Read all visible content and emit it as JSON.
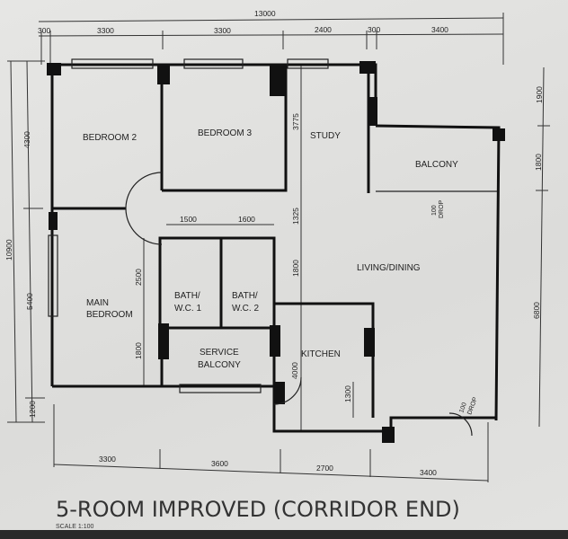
{
  "title": "5-ROOM IMPROVED (CORRIDOR END)",
  "scale": "SCALE  1:100",
  "rooms": {
    "bedroom2": "BEDROOM 2",
    "bedroom3": "BEDROOM 3",
    "study": "STUDY",
    "balcony": "BALCONY",
    "living": "LIVING/DINING",
    "main1": "MAIN",
    "main2": "BEDROOM",
    "bath1a": "BATH/",
    "bath1b": "W.C. 1",
    "bath2a": "BATH/",
    "bath2b": "W.C. 2",
    "service1": "SERVICE",
    "service2": "BALCONY",
    "kitchen": "KITCHEN"
  },
  "dims": {
    "top_total": "13000",
    "top": [
      "300",
      "3300",
      "3300",
      "2400",
      "300",
      "3400"
    ],
    "left_total": "10900",
    "left": [
      "4300",
      "5400",
      "1200"
    ],
    "right": [
      "1900",
      "1800",
      "6800"
    ],
    "bottom": [
      "3300",
      "3600",
      "2700",
      "3400"
    ],
    "interior": {
      "study_v": "3775",
      "corr1": "1325",
      "corr2": "1800",
      "bath_w1": "1500",
      "bath_w2": "1600",
      "bath_h": "2500",
      "service_h": "1800",
      "kitchen_v": "4000",
      "kitchen_s": "1300",
      "drop1a": "100",
      "drop1b": "DROP",
      "drop2a": "100",
      "drop2b": "DROP"
    }
  }
}
